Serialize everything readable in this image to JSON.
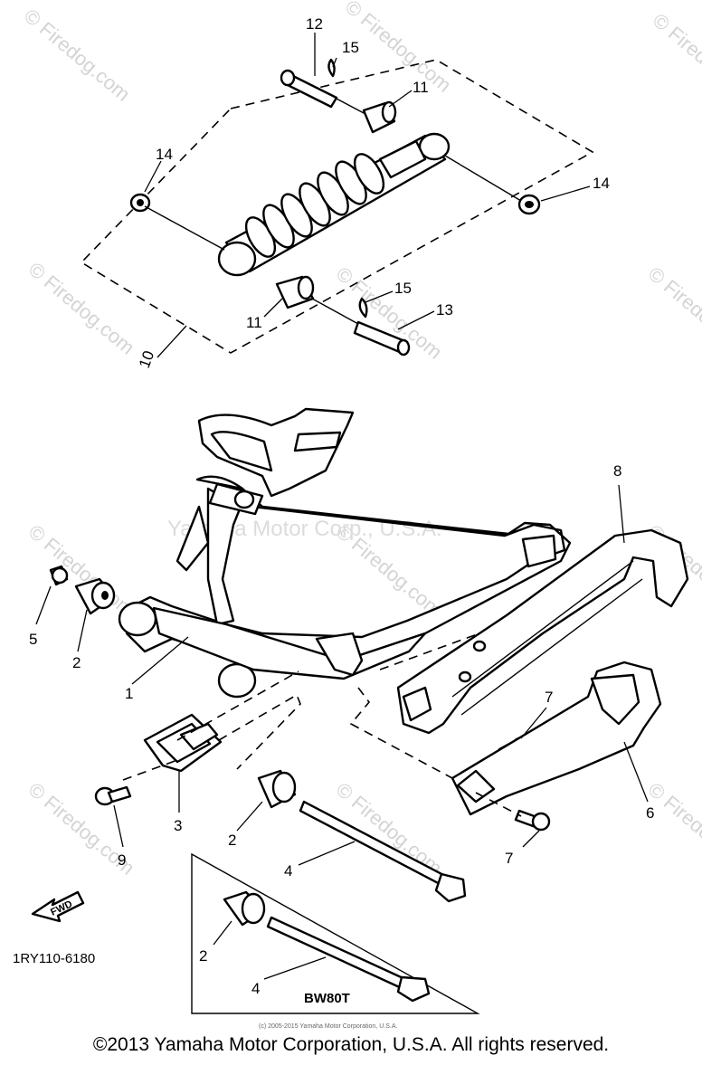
{
  "callouts": [
    {
      "label": "12"
    },
    {
      "label": "15"
    },
    {
      "label": "11"
    },
    {
      "label": "14"
    },
    {
      "label": "14"
    },
    {
      "label": "11"
    },
    {
      "label": "15"
    },
    {
      "label": "13"
    },
    {
      "label": "10"
    },
    {
      "label": "8"
    },
    {
      "label": "5"
    },
    {
      "label": "2"
    },
    {
      "label": "1"
    },
    {
      "label": "7"
    },
    {
      "label": "3"
    },
    {
      "label": "2"
    },
    {
      "label": "9"
    },
    {
      "label": "6"
    },
    {
      "label": "7"
    },
    {
      "label": "4"
    },
    {
      "label": "2"
    },
    {
      "label": "4"
    }
  ],
  "watermark": {
    "text": "© Firedog.com",
    "center_text": "Yamaha Motor Corp., U.S.A."
  },
  "fwd_label": "FWD",
  "diagram_code": "1RY110-6180",
  "variant_label": "BW80T",
  "small_copyright": "(c) 2005-2015 Yamaha Motor Corporation, U.S.A.",
  "copyright": "©2013 Yamaha Motor Corporation, U.S.A. All rights reserved."
}
